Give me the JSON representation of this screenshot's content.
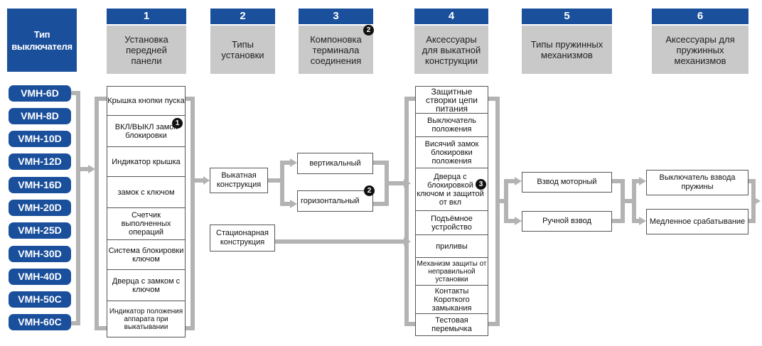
{
  "type_header": "Тип выключателя",
  "steps": [
    {
      "num": "1",
      "label": "Установка передней панели"
    },
    {
      "num": "2",
      "label": "Типы установки"
    },
    {
      "num": "3",
      "label": "Компоновка терминала соединения",
      "badge": "2"
    },
    {
      "num": "4",
      "label": "Аксессуары для выкатной конструкции"
    },
    {
      "num": "5",
      "label": "Типы пружинных механизмов"
    },
    {
      "num": "6",
      "label": "Аксессуары для пружинных механизмов"
    }
  ],
  "breaker_types": [
    "VMH-6D",
    "VMH-8D",
    "VMH-10D",
    "VMH-12D",
    "VMH-16D",
    "VMH-20D",
    "VMH-25D",
    "VMH-30D",
    "VMH-40D",
    "VMH-50C",
    "VMH-60C"
  ],
  "col1": [
    {
      "label": "Крышка кнопки пуска"
    },
    {
      "label": "ВКЛ/ВЫКЛ замок блокировки",
      "badge": "1"
    },
    {
      "label": "Индикатор крышка"
    },
    {
      "label": "замок с ключом"
    },
    {
      "label": "Счетчик выполненных операций"
    },
    {
      "label": "Система блокировки ключом"
    },
    {
      "label": "Дверца с замком с ключом"
    },
    {
      "label": "Индикатор положения аппарата при выкатывании"
    }
  ],
  "col2": [
    "Выкатная конструкция",
    "Стационарная конструкция"
  ],
  "col3": [
    {
      "label": "вертикальный"
    },
    {
      "label": "горизонтальный",
      "badge": "2"
    }
  ],
  "col4": [
    {
      "label": "Защитные створки цепи питания"
    },
    {
      "label": "Выключатель положения"
    },
    {
      "label": "Висячий замок блокировки положения"
    },
    {
      "label": "Дверца с блокировкой ключом и защитой от вкл",
      "badge": "3"
    },
    {
      "label": "Подъёмное устройство"
    },
    {
      "label": "приливы"
    },
    {
      "label": "Механизм защиты от неправильной установки"
    },
    {
      "label": "Контакты Короткого замыкания"
    },
    {
      "label": "Тестовая перемычка"
    }
  ],
  "col5": [
    "Взвод моторный",
    "Ручной взвод"
  ],
  "col6": [
    "Выключатель взвода пружины",
    "Медленное срабатывание"
  ],
  "colors": {
    "header_blue": "#1a4f9c",
    "step_gray": "#c9c9c9",
    "connector_gray": "#b3b3b3"
  }
}
